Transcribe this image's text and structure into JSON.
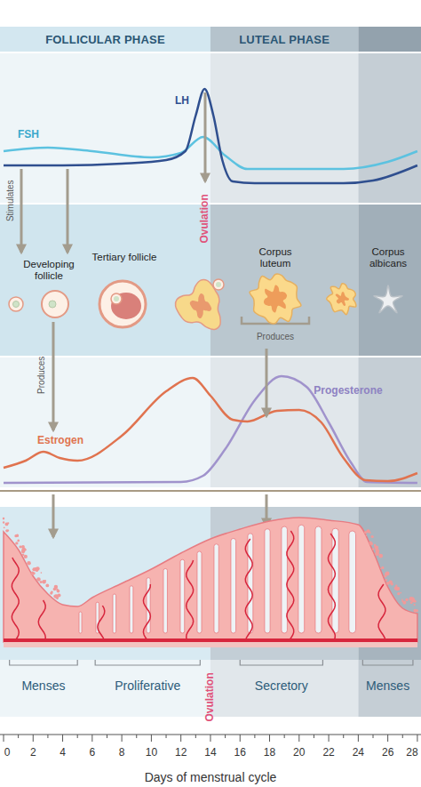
{
  "diagram": {
    "nodes": [
      {
        "text": [
          "FOLLICULAR PHASE"
        ]
      },
      {
        "text": [
          "LUTEAL PHASE"
        ]
      }
    ],
    "labels": [
      "LH",
      "FSH",
      "Stimulates",
      "Ovulation",
      "Developing follicle",
      "Tertiary follicle",
      "Corpus luteum",
      "Produces",
      "Corpus albicans",
      "Produces",
      "Estrogen",
      "Progesterone",
      "Menses",
      "Proliferative",
      "Ovulation",
      "Secretory",
      "Menses",
      "0",
      "2",
      "4",
      "6",
      "8",
      "10",
      "12",
      "14",
      "16",
      "18",
      "20",
      "22",
      "24",
      "26",
      "28",
      "Days of menstrual cycle"
    ]
  }
}
